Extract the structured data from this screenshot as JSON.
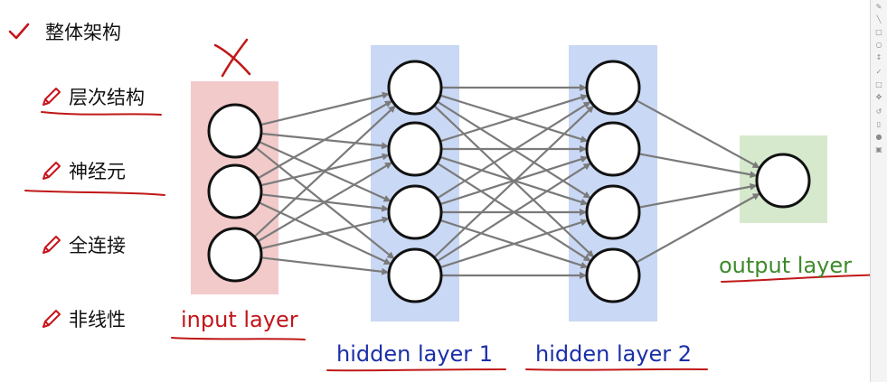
{
  "outline": {
    "title": "整体架构",
    "items": [
      {
        "label": "层次结构"
      },
      {
        "label": "神经元"
      },
      {
        "label": "全连接"
      },
      {
        "label": "非线性"
      }
    ]
  },
  "diagram": {
    "annotation": "X",
    "layers": [
      {
        "label": "input layer",
        "neurons": 3,
        "background": "#f2caca",
        "label_color": "#c0161b"
      },
      {
        "label": "hidden layer 1",
        "neurons": 4,
        "background": "#c9d8f4",
        "label_color": "#1b2fa8"
      },
      {
        "label": "hidden layer 2",
        "neurons": 4,
        "background": "#c9d8f4",
        "label_color": "#1b2fa8"
      },
      {
        "label": "output layer",
        "neurons": 1,
        "background": "#d6e9cd",
        "label_color": "#3d8a2a"
      }
    ],
    "connection_color": "#7a7a7a",
    "annotation_color": "#c01818"
  },
  "colors": {
    "accent_red": "#c8141c",
    "check_red": "#c8141c"
  },
  "icons": {
    "title": "check-icon",
    "items": "pencil-icon"
  }
}
